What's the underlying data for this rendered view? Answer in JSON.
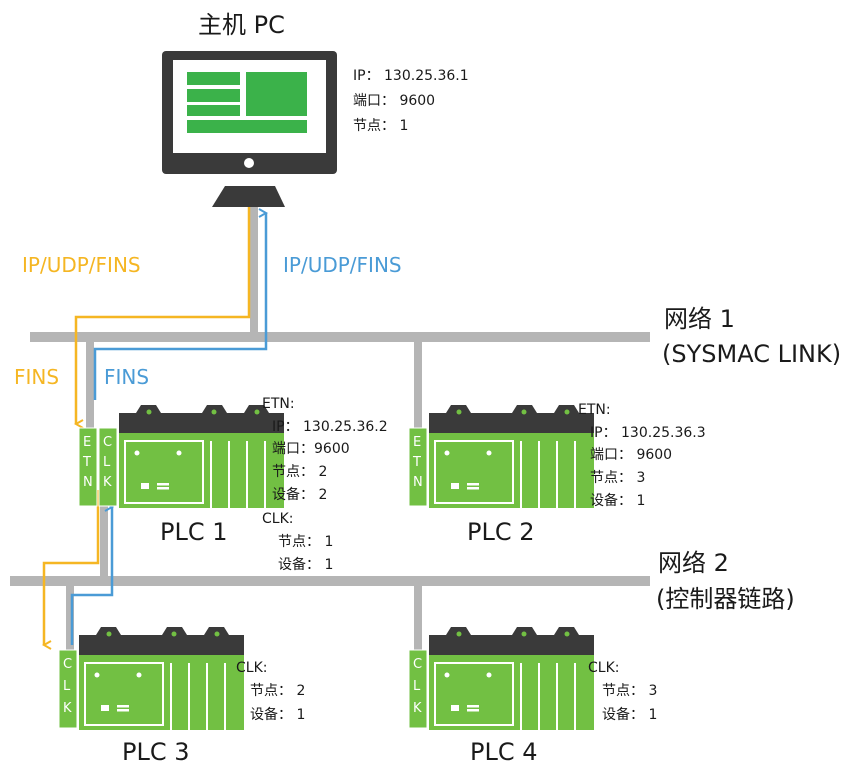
{
  "host": {
    "title": "主机 PC",
    "ip_line": "IP： 130.25.36.1",
    "port_line": "端口：  9600",
    "node_line": "节点： 1"
  },
  "protocols": {
    "yellow_upper": "IP/UDP/FINS",
    "blue_upper": "IP/UDP/FINS",
    "yellow_lower": "FINS",
    "blue_lower": "FINS"
  },
  "network1": {
    "name": "网络 1",
    "sub": "(SYSMAC LINK)"
  },
  "network2": {
    "name": "网络 2",
    "sub": "(控制器链路)"
  },
  "plc1": {
    "label": "PLC 1",
    "etn_title": "ETN:",
    "etn_ip": "IP：  130.25.36.2",
    "etn_port": "端口：9600",
    "etn_node": "节点： 2",
    "etn_unit": "设备： 2",
    "clk_title": "CLK:",
    "clk_node": "节点： 1",
    "clk_unit": "设备： 1"
  },
  "plc2": {
    "label": "PLC 2",
    "etn_title": "ETN:",
    "etn_ip": "IP：  130.25.36.3",
    "etn_port": "端口：  9600",
    "etn_node": "节点： 3",
    "etn_unit": "设备： 1"
  },
  "plc3": {
    "label": "PLC 3",
    "clk_title": "CLK:",
    "clk_node": "节点： 2",
    "clk_unit": "设备： 1"
  },
  "plc4": {
    "label": "PLC 4",
    "clk_title": "CLK:",
    "clk_node": "节点： 3",
    "clk_unit": "设备： 1"
  },
  "module_letters": {
    "etn": [
      "E",
      "T",
      "N"
    ],
    "clk": [
      "C",
      "L",
      "K"
    ]
  },
  "colors": {
    "network": "#b5b5b5",
    "plc_green": "#72c043",
    "plc_dark": "#3a3a3a",
    "path_yellow": "#f5b623",
    "path_blue": "#4a9bd6",
    "monitor_green": "#3bb24a"
  }
}
